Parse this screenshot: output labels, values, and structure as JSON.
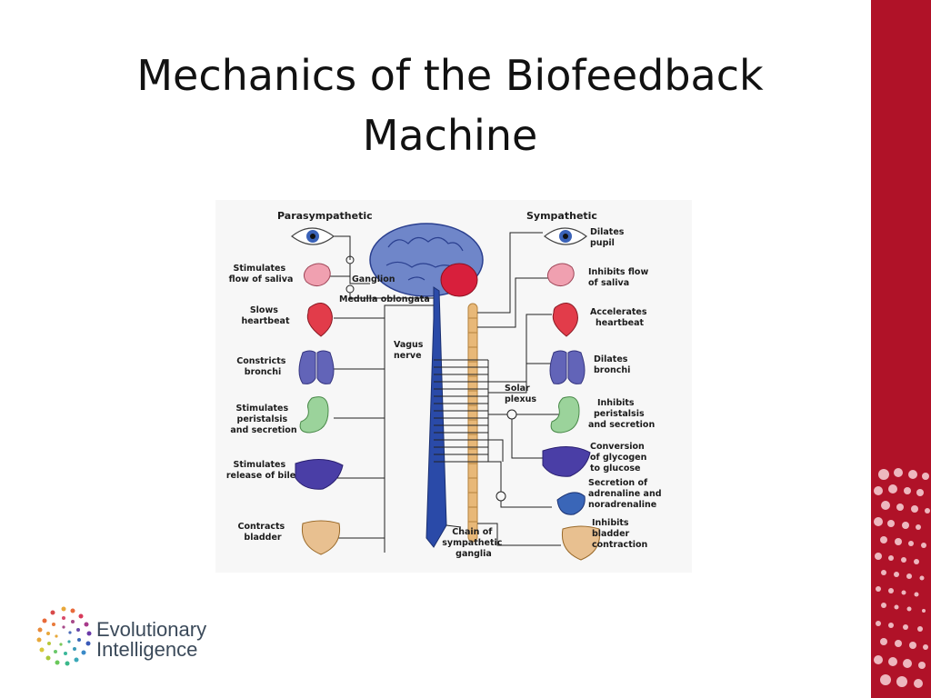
{
  "slide": {
    "title_line1": "Mechanics of the Biofeedback",
    "title_line2": "Machine"
  },
  "diagram": {
    "parasympathetic_header": "Parasympathetic",
    "sympathetic_header": "Sympathetic",
    "left_labels": [
      [
        "Stimulates",
        "flow of saliva"
      ],
      [
        "Slows",
        "heartbeat"
      ],
      [
        "Constricts",
        "bronchi"
      ],
      [
        "Stimulates",
        "peristalsis",
        "and secretion"
      ],
      [
        "Stimulates",
        "release of bile"
      ],
      [
        "Contracts",
        "bladder"
      ]
    ],
    "right_labels": [
      [
        "Dilates",
        "pupil"
      ],
      [
        "Inhibits flow",
        "of saliva"
      ],
      [
        "Accelerates",
        "heartbeat"
      ],
      [
        "Dilates",
        "bronchi"
      ],
      [
        "Inhibits",
        "peristalsis",
        "and secretion"
      ],
      [
        "Conversion",
        "of glycogen",
        "to glucose"
      ],
      [
        "Secretion of",
        "adrenaline and",
        "noradrenaline"
      ],
      [
        "Inhibits",
        "bladder",
        "contraction"
      ]
    ],
    "center_labels": {
      "ganglion": "Ganglion",
      "medulla": "Medulla oblongata",
      "vagus": [
        "Vagus",
        "nerve"
      ],
      "solar": [
        "Solar",
        "plexus"
      ],
      "chain": [
        "Chain of",
        "sympathetic",
        "ganglia"
      ]
    },
    "colors": {
      "spine": "#2a4aa8",
      "brain": "#6f86c9",
      "cerebellum": "#d81f3c",
      "chain": "#e8b878",
      "heart": "#e23c4a",
      "lungs": "#6264b8",
      "stomach": "#9bd39b",
      "liver": "#4a3ea6"
    }
  },
  "logo": {
    "line1": "Evolutionary",
    "line2": "Intelligence"
  }
}
